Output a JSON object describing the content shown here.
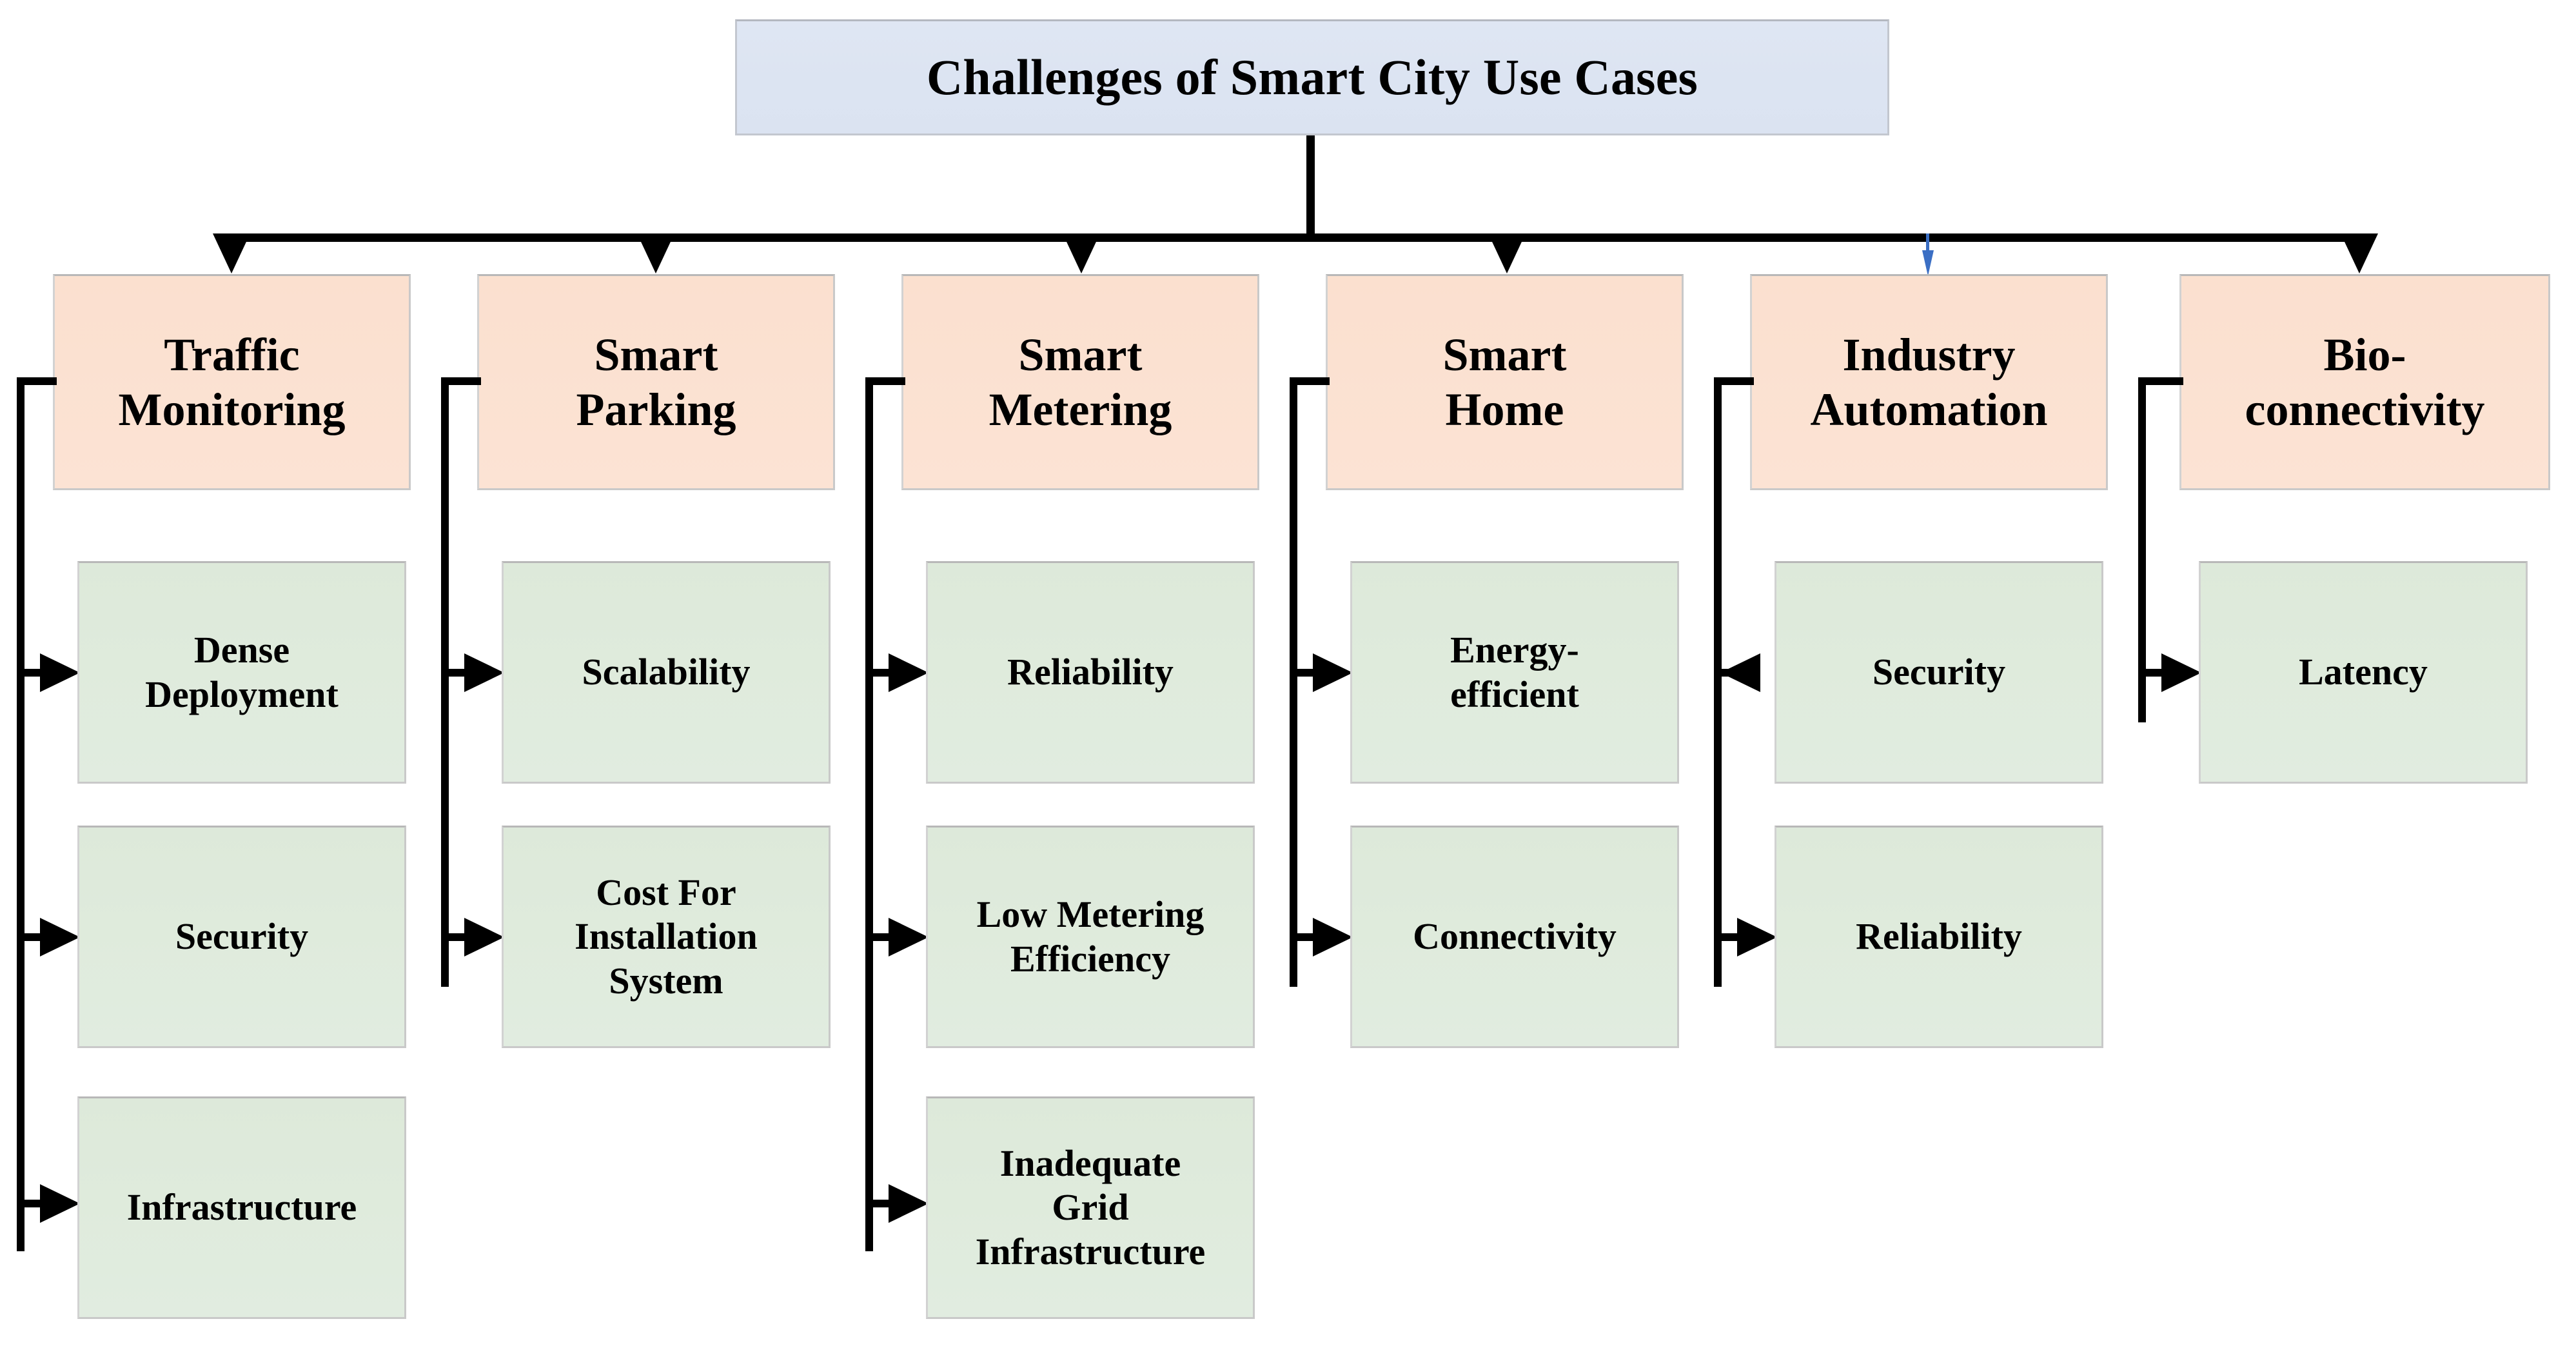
{
  "diagram": {
    "title": "Challenges of Smart City Use Cases",
    "type": "hierarchy-tree",
    "colors": {
      "root_fill": "#dce4f2",
      "category_fill": "#fbe1d1",
      "leaf_fill": "#dfebdc",
      "box_border": "#c9c9c9",
      "connector": "#000000",
      "connector_accent": "#3b6fc4"
    },
    "categories": [
      {
        "id": "traffic-monitoring",
        "label": "Traffic Monitoring",
        "label_lines": [
          "Traffic",
          "Monitoring"
        ],
        "arrow_color": "#000000",
        "children": [
          {
            "label": "Dense Deployment",
            "label_lines": [
              "Dense",
              "Deployment"
            ],
            "arrow_direction": "right"
          },
          {
            "label": "Security",
            "label_lines": [
              "Security"
            ],
            "arrow_direction": "right"
          },
          {
            "label": "Infrastructure",
            "label_lines": [
              "Infrastructure"
            ],
            "arrow_direction": "right"
          }
        ]
      },
      {
        "id": "smart-parking",
        "label": "Smart Parking",
        "label_lines": [
          "Smart",
          "Parking"
        ],
        "arrow_color": "#000000",
        "children": [
          {
            "label": "Scalability",
            "label_lines": [
              "Scalability"
            ],
            "arrow_direction": "right"
          },
          {
            "label": "Cost For Installation System",
            "label_lines": [
              "Cost For",
              "Installation",
              "System"
            ],
            "arrow_direction": "right"
          }
        ]
      },
      {
        "id": "smart-metering",
        "label": "Smart Metering",
        "label_lines": [
          "Smart",
          "Metering"
        ],
        "arrow_color": "#000000",
        "children": [
          {
            "label": "Reliability",
            "label_lines": [
              "Reliability"
            ],
            "arrow_direction": "right"
          },
          {
            "label": "Low Metering Efficiency",
            "label_lines": [
              "Low Metering",
              "Efficiency"
            ],
            "arrow_direction": "right"
          },
          {
            "label": "Inadequate Grid Infrastructure",
            "label_lines": [
              "Inadequate",
              "Grid",
              "Infrastructure"
            ],
            "arrow_direction": "right"
          }
        ]
      },
      {
        "id": "smart-home",
        "label": "Smart Home",
        "label_lines": [
          "Smart",
          "Home"
        ],
        "arrow_color": "#000000",
        "children": [
          {
            "label": "Energy-efficient",
            "label_lines": [
              "Energy-",
              "efficient"
            ],
            "arrow_direction": "right"
          },
          {
            "label": "Connectivity",
            "label_lines": [
              "Connectivity"
            ],
            "arrow_direction": "right"
          }
        ]
      },
      {
        "id": "industry-automation",
        "label": "Industry Automation",
        "label_lines": [
          "Industry",
          "Automation"
        ],
        "arrow_color": "#3b6fc4",
        "children": [
          {
            "label": "Security",
            "label_lines": [
              "Security"
            ],
            "arrow_direction": "left"
          },
          {
            "label": "Reliability",
            "label_lines": [
              "Reliability"
            ],
            "arrow_direction": "right"
          }
        ]
      },
      {
        "id": "bio-connectivity",
        "label": "Bio-connectivity",
        "label_lines": [
          "Bio-",
          "connectivity"
        ],
        "arrow_color": "#000000",
        "children": [
          {
            "label": "Latency",
            "label_lines": [
              "Latency"
            ],
            "arrow_direction": "right"
          }
        ]
      }
    ]
  }
}
